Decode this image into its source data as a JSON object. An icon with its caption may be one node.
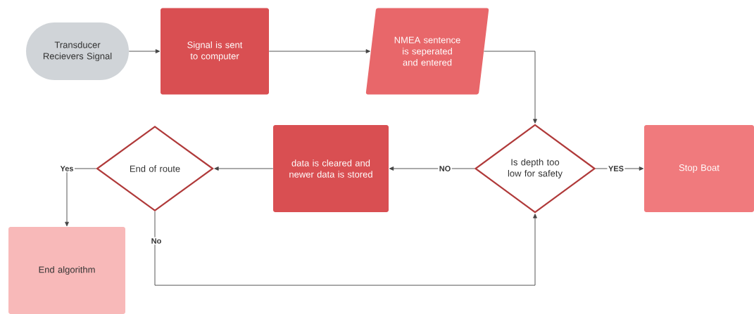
{
  "diagram": {
    "nodes": [
      {
        "text": [
          "Transducer Recievers Signal"
        ]
      },
      {
        "text": [
          "Signal is sent to computer"
        ]
      },
      {
        "text": [
          "NMEA sentence is seperated and entered"
        ]
      },
      {
        "text": [
          "Is depth too low for safety"
        ]
      },
      {
        "text": [
          "Stop Boat"
        ]
      },
      {
        "text": [
          "data is cleared and newer data is stored"
        ]
      },
      {
        "text": [
          "End of route"
        ]
      },
      {
        "text": [
          "End algorithm"
        ]
      }
    ],
    "edges": [
      {
        "from": 0,
        "to": 1,
        "arrow": "to"
      },
      {
        "from": 1,
        "to": 2,
        "arrow": "to"
      },
      {
        "from": 2,
        "to": 3,
        "arrow": "to"
      },
      {
        "from": 3,
        "to": 4,
        "arrow": "to",
        "label": "YES"
      },
      {
        "from": 3,
        "to": 5,
        "arrow": "to",
        "label": "NO"
      },
      {
        "from": 5,
        "to": 6,
        "arrow": "to"
      },
      {
        "from": 6,
        "to": 7,
        "arrow": "to",
        "label": "Yes"
      },
      {
        "from": 6,
        "to": 3,
        "arrow": "to",
        "label": "No"
      }
    ]
  }
}
